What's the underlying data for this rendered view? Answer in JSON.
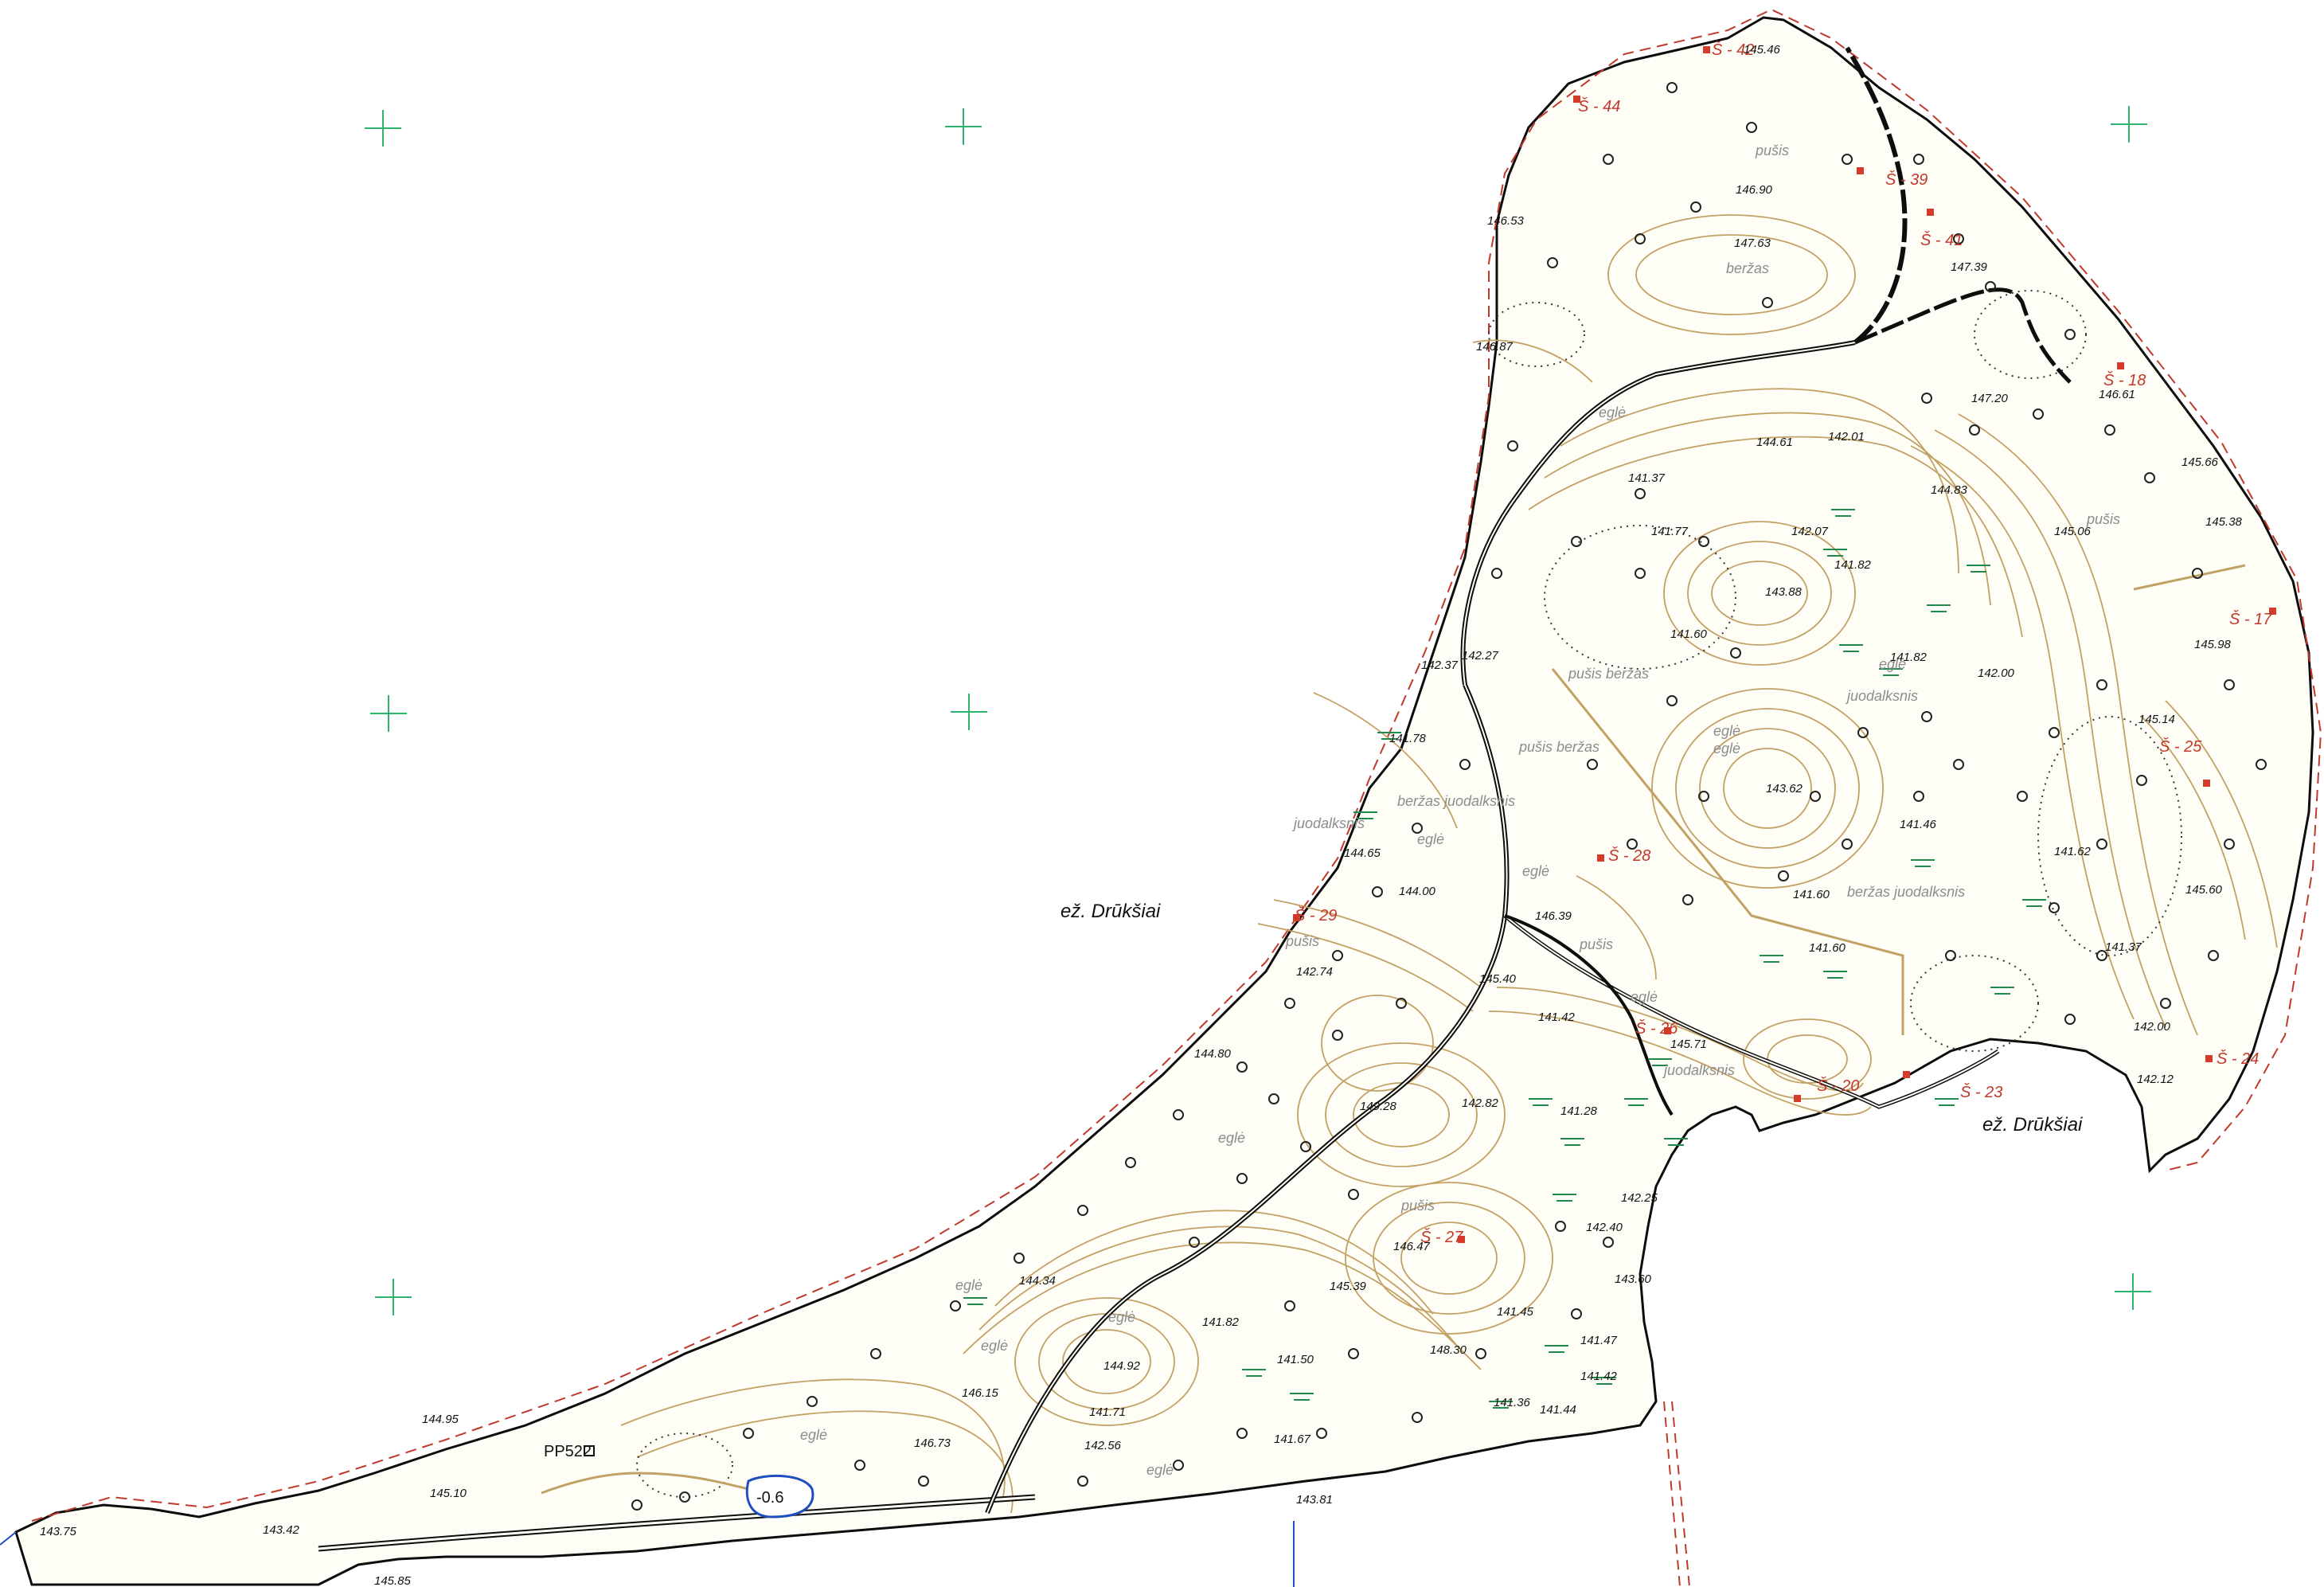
{
  "map": {
    "lake_labels": [
      "ež. Drūkšiai",
      "ež. Drūkšiai"
    ],
    "survey_point": "PP522",
    "pond_depth": "-0.6",
    "stations": [
      "Š - 42",
      "Š - 44",
      "Š - 39",
      "Š - 41",
      "Š - 18",
      "Š - 17",
      "Š - 25",
      "Š - 24",
      "Š - 23",
      "Š - 29",
      "Š - 28",
      "Š - 26",
      "Š - 20",
      "Š - 27"
    ],
    "vegetation": [
      "pušis",
      "beržas",
      "pušis",
      "pušis beržas",
      "juodalksnis",
      "eglė",
      "eglė",
      "beržas juodalksnis",
      "pušis beržas",
      "eglė",
      "pušis",
      "beržas juodalksnis",
      "pušis",
      "eglė",
      "pušis",
      "eglė",
      "eglė",
      "eglė",
      "eglė",
      "eglė",
      "eglė",
      "juodalksnis",
      "juodalksnis",
      "eglė",
      "eglė",
      "eglė"
    ],
    "elevations": [
      "145.46",
      "146.90",
      "146.53",
      "147.63",
      "147.39",
      "146.87",
      "147.20",
      "146.61",
      "145.66",
      "145.38",
      "144.61",
      "142.01",
      "144.83",
      "141.37",
      "141.77",
      "142.07",
      "145.06",
      "143.88",
      "141.82",
      "141.60",
      "141.82",
      "145.98",
      "142.00",
      "145.14",
      "142.37",
      "142.27",
      "141.78",
      "143.62",
      "141.46",
      "141.62",
      "145.60",
      "141.60",
      "141.60",
      "141.37",
      "144.65",
      "144.00",
      "146.39",
      "142.74",
      "145.40",
      "141.42",
      "145.71",
      "142.00",
      "142.12",
      "144.80",
      "149.28",
      "142.82",
      "141.28",
      "142.25",
      "142.40",
      "146.47",
      "143.60",
      "144.34",
      "145.39",
      "141.45",
      "141.82",
      "141.50",
      "144.92",
      "148.30",
      "141.47",
      "141.42",
      "146.15",
      "141.71",
      "141.36",
      "141.44",
      "144.95",
      "146.73",
      "142.56",
      "141.67",
      "143.75",
      "145.10",
      "143.42",
      "143.81",
      "145.85"
    ],
    "colors": {
      "contour": "#c2a164",
      "boundary": "#0d0d0d",
      "cadastral": "#c0392b",
      "water": "#1f8a4c",
      "grid": "#2db36e",
      "pond": "#1f4fbf"
    }
  }
}
